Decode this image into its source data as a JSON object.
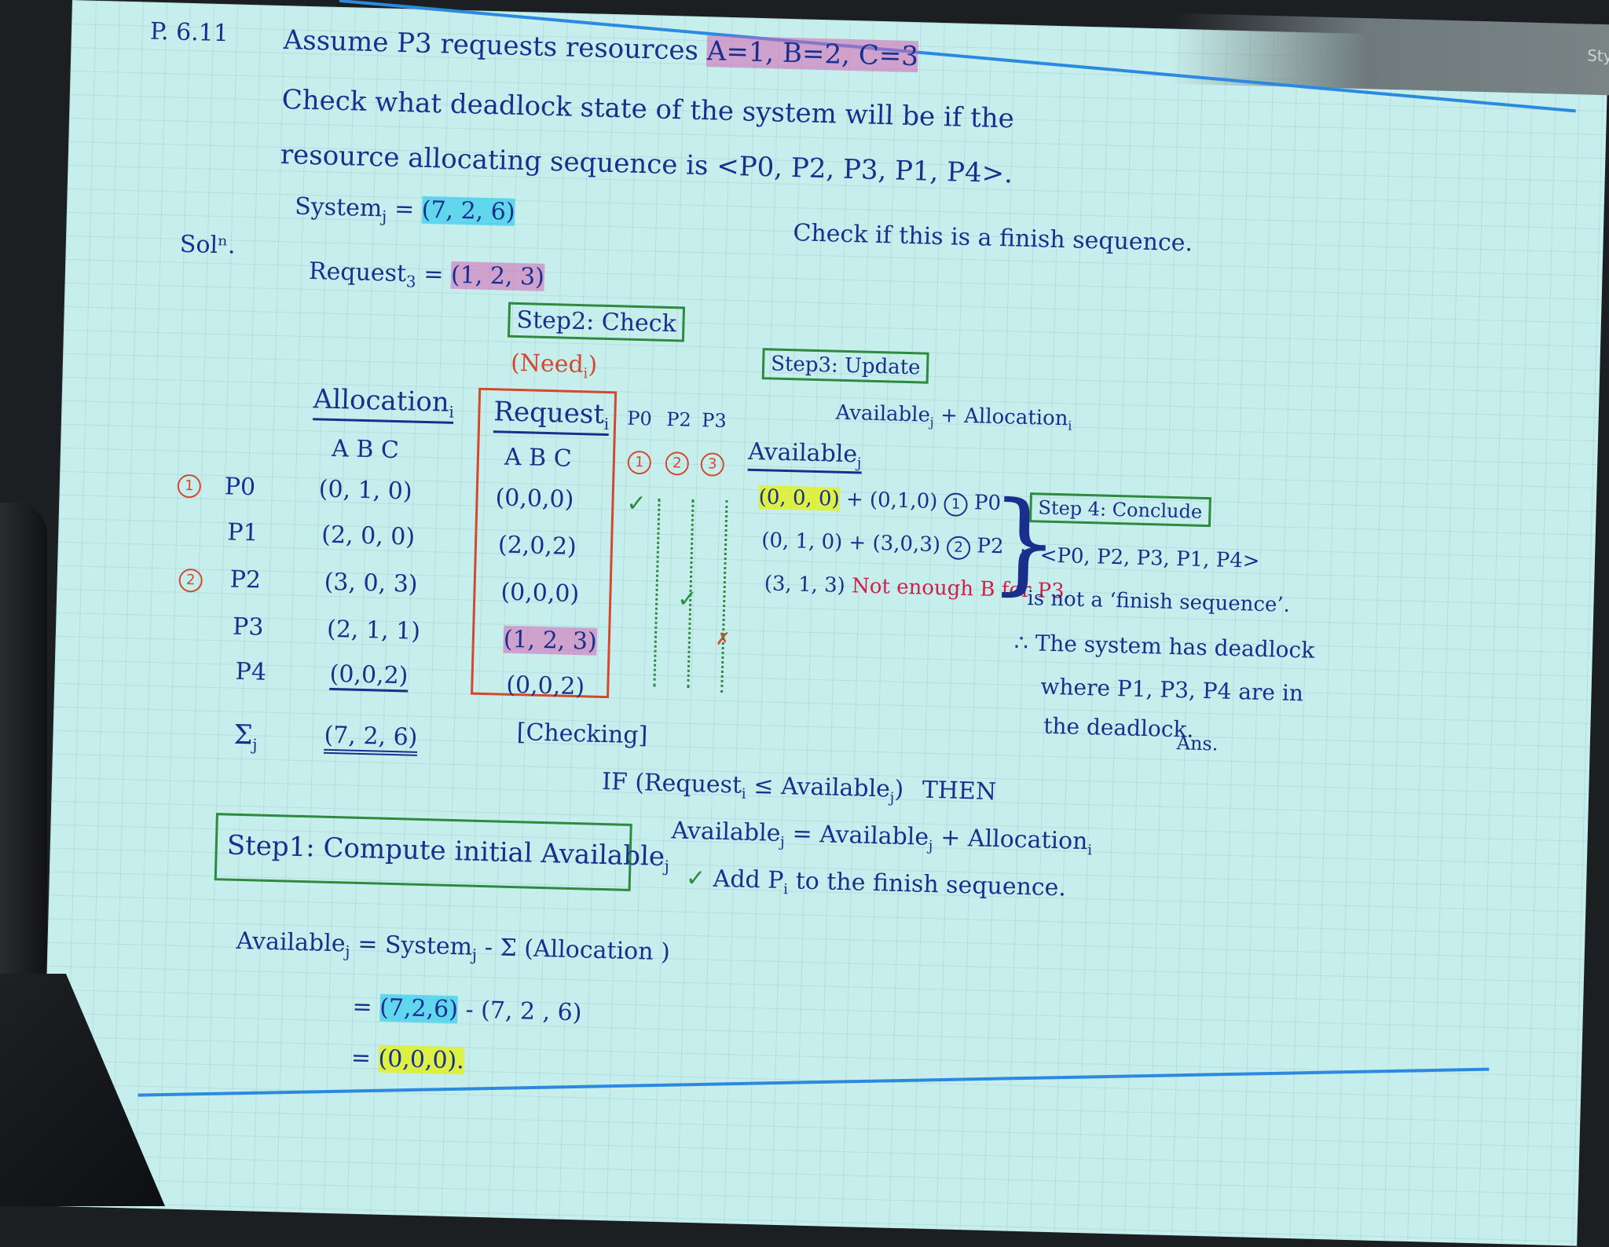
{
  "ui": {
    "styles_label": "Styles"
  },
  "problem": {
    "number": "P. 6.11",
    "line1": "Assume P3 requests resources",
    "resources": "A=1, B=2, C=3",
    "line2": "Check what deadlock state of the system will be if the",
    "line3": "resource allocating sequence is <P0, P2, P3, P1, P4>.",
    "system_label": "System",
    "system_value": "(7, 2, 6)",
    "note": "Check if this is a finish sequence."
  },
  "solution": {
    "sol_label": "Solⁿ.",
    "request_label": "Request",
    "request_value": "(1, 2, 3)",
    "step2": "Step2: Check",
    "need_label": "(Need",
    "alloc_header": "Allocation",
    "request_header": "Request",
    "abc": "A B C",
    "proc_header": [
      "P0",
      "P2",
      "P3"
    ],
    "rows": [
      {
        "order": "1",
        "proc": "P0",
        "alloc": "(0, 1, 0)",
        "req": "(0,0,0)"
      },
      {
        "order": "",
        "proc": "P1",
        "alloc": "(2, 0, 0)",
        "req": "(2,0,2)"
      },
      {
        "order": "2",
        "proc": "P2",
        "alloc": "(3, 0, 3)",
        "req": "(0,0,0)"
      },
      {
        "order": "",
        "proc": "P3",
        "alloc": "(2, 1, 1)",
        "req": "(1, 2, 3)"
      },
      {
        "order": "",
        "proc": "P4",
        "alloc": "(0,0,2)",
        "req": "(0,0,2)"
      }
    ],
    "sum_symbol": "Σ",
    "sum_value": "(7, 2, 6)",
    "checking": "[Checking]",
    "if_line": "IF (Request",
    "avail_le": "≤ Available",
    "then": "THEN",
    "then_line1": "Available",
    "then_line1b": "= Available",
    "then_line1c": "+ Allocation",
    "then_line2": "Add P",
    "then_line2b": "to the finish sequence."
  },
  "step1": {
    "title": "Step1: Compute initial Available",
    "lhs": "Available",
    "eq1a": "= System",
    "eq1b": "- Σ (Allocation )",
    "eq2a": "(7,2,6)",
    "eq2b": "- (7, 2 , 6)",
    "eq3": "(0,0,0)."
  },
  "step3": {
    "title": "Step3: Update",
    "formula_a": "Available",
    "formula_b": "+ Allocation",
    "avail_header": "Available",
    "rows": [
      {
        "a": "(0, 0, 0)",
        "b": "+ (0,1,0)",
        "order": "1",
        "proc": "P0"
      },
      {
        "a": "(0, 1, 0)",
        "b": "+ (3,0,3)",
        "order": "2",
        "proc": "P2"
      },
      {
        "a": "(3, 1, 3)",
        "b": "Not enough B for P3.",
        "order": "",
        "proc": ""
      }
    ]
  },
  "step4": {
    "title": "Step 4: Conclude",
    "line1": "∵ <P0, P2, P3, P1, P4>",
    "line2": "is not a ‘finish sequence’.",
    "line3": "∴ The system has deadlock",
    "line4": "where P1, P3, P4 are in",
    "line5": "the deadlock.",
    "ans": "Ans."
  }
}
